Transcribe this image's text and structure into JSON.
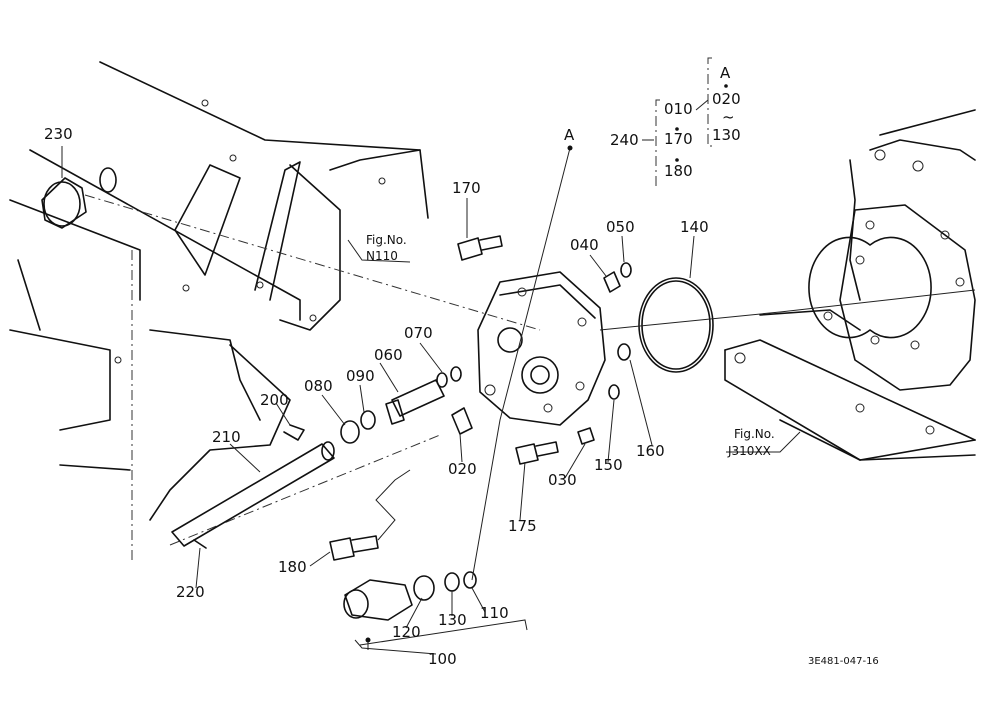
{
  "diagram": {
    "part_numbers": {
      "p230": "230",
      "p170a": "170",
      "p040": "040",
      "p050": "050",
      "p140": "140",
      "p070": "070",
      "p060": "060",
      "p080": "080",
      "p090": "090",
      "p200": "200",
      "p210": "210",
      "p020": "020",
      "p030": "030",
      "p150": "150",
      "p160": "160",
      "p175": "175",
      "p180": "180",
      "p220": "220",
      "p120": "120",
      "p130": "130",
      "p110": "110",
      "p100": "100"
    },
    "ref_marker": "A",
    "bracket": {
      "main": "240",
      "items": [
        "010",
        "170",
        "180"
      ],
      "sub_marker": "A",
      "sub_from": "020",
      "sub_tilde": "~",
      "sub_to": "130"
    },
    "fig_refs": {
      "n110_label": "Fig.No.",
      "n110_value": "N110",
      "j310_label": "Fig.No.",
      "j310_value": "J310XX"
    },
    "drawing_code": "3E481-047-16"
  }
}
